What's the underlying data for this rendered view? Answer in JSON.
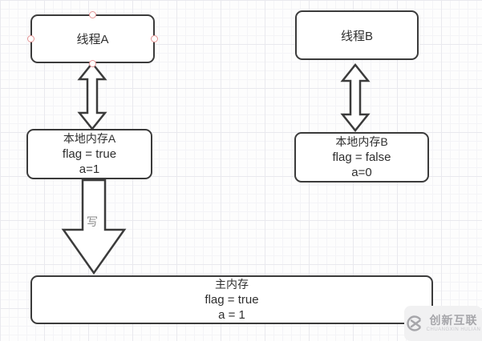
{
  "shapes": {
    "thread_a": {
      "label": "线程A"
    },
    "thread_b": {
      "label": "线程B"
    },
    "local_memory_a": {
      "title": "本地内存A",
      "flag": "flag = true",
      "a": "a=1"
    },
    "local_memory_b": {
      "title": "本地内存B",
      "flag": "flag = false",
      "a": "a=0"
    },
    "main_memory": {
      "title": "主内存",
      "flag": "flag = true",
      "a": "a = 1"
    }
  },
  "edges": {
    "write_label": "写"
  },
  "watermark": {
    "brand": "创新互联",
    "tagline": "CHUANGXIN HULIAN",
    "logo": "cx-circle-x-logo"
  },
  "colors": {
    "shape_border": "#3b3b3b",
    "shape_fill": "#ffffff",
    "text": "#2e2e2e",
    "selection_handle": "#e59494",
    "edge_label": "#8a8a8a",
    "grid_major": "#e9e9ee",
    "grid_minor": "#f4f4f7",
    "watermark_bg": "#f1f1f2",
    "watermark_text": "#a6a6aa"
  }
}
